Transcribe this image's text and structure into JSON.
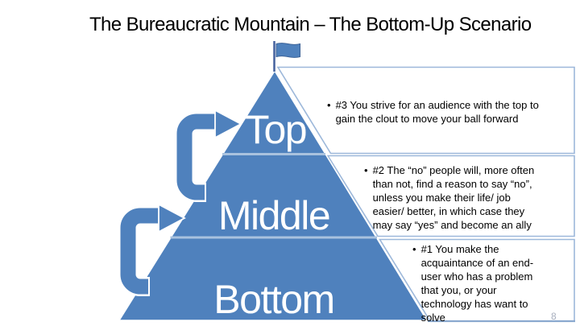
{
  "slide": {
    "title": "The Bureaucratic Mountain – The Bottom-Up Scenario",
    "page_number": "8"
  },
  "colors": {
    "accent": "#4f81bd",
    "flag_outline": "#3d6398",
    "pole": "#44619d",
    "frame_light": "#9db8da",
    "divider_light": "#a9c2de"
  },
  "pyramid": {
    "levels": [
      {
        "label": "Top"
      },
      {
        "label": "Middle"
      },
      {
        "label": "Bottom"
      }
    ]
  },
  "callouts": [
    {
      "bullet": "•",
      "text": "#3 You strive for an audience with the top to\ngain the clout to move your ball forward"
    },
    {
      "bullet": "•",
      "text": "#2 The “no” people will, more often\nthan not, find a reason to say “no”,\nunless you make their life/ job\neasier/ better, in which case they\nmay say “yes” and become an ally"
    },
    {
      "bullet": "•",
      "text": "#1 You make the\nacquaintance of an end-\nuser who has a problem\nthat you, or your\ntechnology has want to\nsolve"
    }
  ]
}
